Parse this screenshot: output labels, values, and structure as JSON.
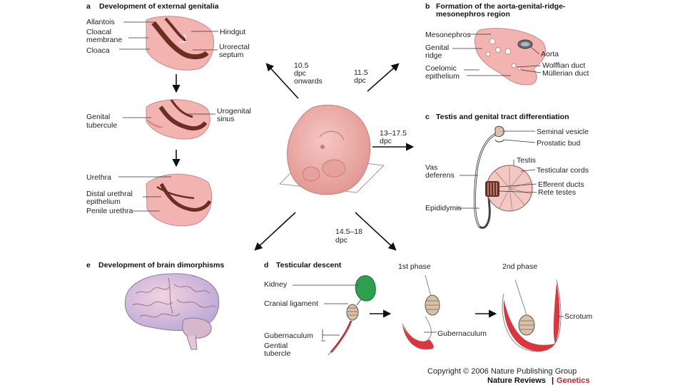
{
  "panel_a": {
    "letter": "a",
    "title": "Development of external genitalia",
    "labels": {
      "allantois": "Allantois",
      "cloacal_membrane_1": "Cloacal",
      "cloacal_membrane_2": "membrane",
      "cloaca": "Cloaca",
      "hindgut": "Hindgut",
      "urorectal_1": "Urorectal",
      "urorectal_2": "septum",
      "genital_tubercule_1": "Genital",
      "genital_tubercule_2": "tubercule",
      "urogenital_1": "Urogenital",
      "urogenital_2": "sinus",
      "urethra": "Urethra",
      "distal_1": "Distal urethral",
      "distal_2": "epithelium",
      "penile": "Penile urethra"
    }
  },
  "panel_b": {
    "letter": "b",
    "title_1": "Formation of the aorta-genital-ridge-",
    "title_2": "mesonephros region",
    "labels": {
      "mesonephros": "Mesonephros",
      "genital_1": "Genital",
      "genital_2": "ridge",
      "aorta": "Aorta",
      "coelomic_1": "Coelomic",
      "coelomic_2": "epithelium",
      "wolffian": "Wolffian duct",
      "mullerian": "Müllerian duct"
    }
  },
  "panel_c": {
    "letter": "c",
    "title": "Testis and genital tract differentiation",
    "labels": {
      "seminal": "Seminal vesicle",
      "prostatic": "Prostatic bud",
      "testis": "Testis",
      "vas_1": "Vas",
      "vas_2": "deferens",
      "cords": "Testicular cords",
      "efferent": "Efferent ducts",
      "rete": "Rete testes",
      "epididymis": "Epididymis"
    }
  },
  "panel_d": {
    "letter": "d",
    "title": "Testicular descent",
    "first_phase": "1st phase",
    "second_phase": "2nd phase",
    "labels": {
      "kidney": "Kidney",
      "cranial": "Cranial ligament",
      "gubernaculum": "Gubernaculum",
      "gential_1": "Gential",
      "gential_2": "tubercle",
      "gubernaculum2": "Gubernaculum",
      "scrotum": "Scrotum"
    }
  },
  "panel_e": {
    "letter": "e",
    "title": "Development of brain dimorphisms"
  },
  "timings": {
    "t1_1": "10.5",
    "t1_2": "dpc",
    "t1_3": "onwards",
    "t2_1": "11.5",
    "t2_2": "dpc",
    "t3_1": "13–17.5",
    "t3_2": "dpc",
    "t4_1": "14.5–18",
    "t4_2": "dpc"
  },
  "footer": {
    "copyright": "Copyright © 2006 Nature Publishing Group",
    "journal": "Nature Reviews",
    "separator": "|",
    "section": "Genetics"
  },
  "colors": {
    "tissue": "#f3b3b0",
    "tissue_dark": "#e99c98",
    "duct": "#6a2e22",
    "kidney": "#2e9e4f",
    "gubernaculum": "#d9363e",
    "genetics": "#c0272d"
  }
}
